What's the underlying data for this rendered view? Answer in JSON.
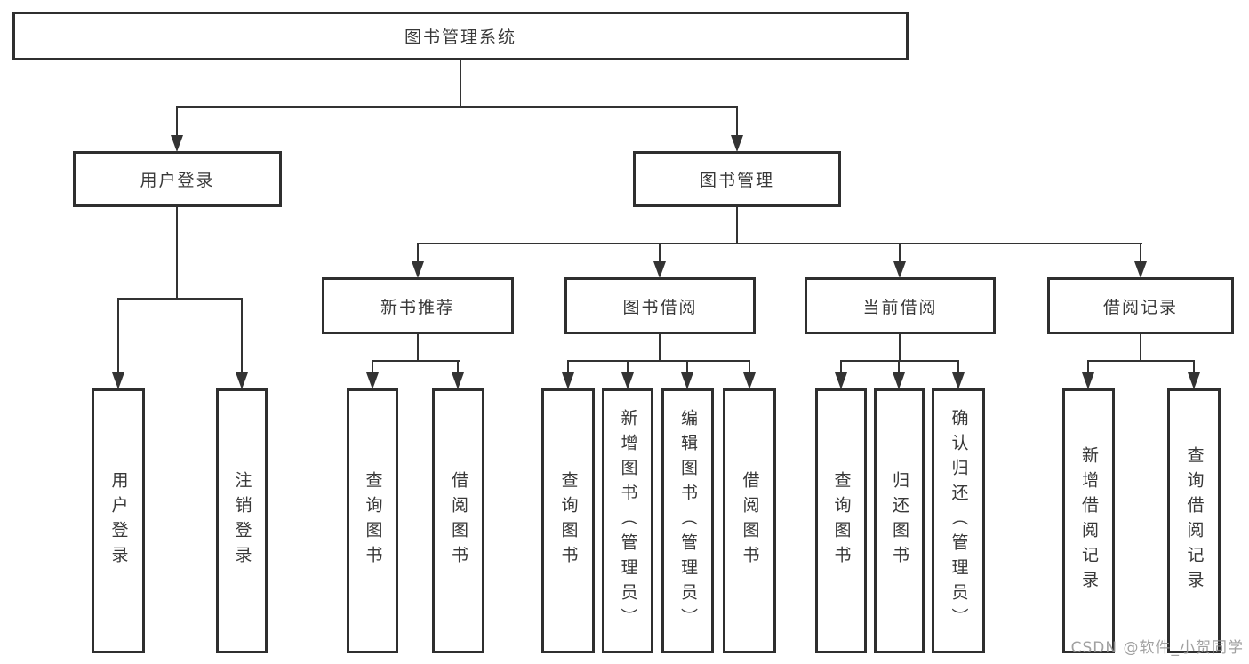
{
  "diagram": {
    "type": "tree",
    "tree": {
      "label": "图书管理系统",
      "children": [
        {
          "label": "用户登录",
          "children": [
            {
              "label": "用户登录"
            },
            {
              "label": "注销登录"
            }
          ]
        },
        {
          "label": "图书管理",
          "children": [
            {
              "label": "新书推荐",
              "children": [
                {
                  "label": "查询图书"
                },
                {
                  "label": "借阅图书"
                }
              ]
            },
            {
              "label": "图书借阅",
              "children": [
                {
                  "label": "查询图书"
                },
                {
                  "label": "新增图书（管理员）"
                },
                {
                  "label": "编辑图书（管理员）"
                },
                {
                  "label": "借阅图书"
                }
              ]
            },
            {
              "label": "当前借阅",
              "children": [
                {
                  "label": "查询图书"
                },
                {
                  "label": "归还图书"
                },
                {
                  "label": "确认归还（管理员）"
                }
              ]
            },
            {
              "label": "借阅记录",
              "children": [
                {
                  "label": "新增借阅记录"
                },
                {
                  "label": "查询借阅记录"
                }
              ]
            }
          ]
        }
      ]
    },
    "watermark": "CSDN @软件_小贺同学",
    "colors": {
      "line": "#333333",
      "box_border": "#2f2f2f",
      "text": "#383838",
      "box_background": "#ffffff",
      "background": "#ffffff",
      "watermark": "#949494"
    }
  }
}
